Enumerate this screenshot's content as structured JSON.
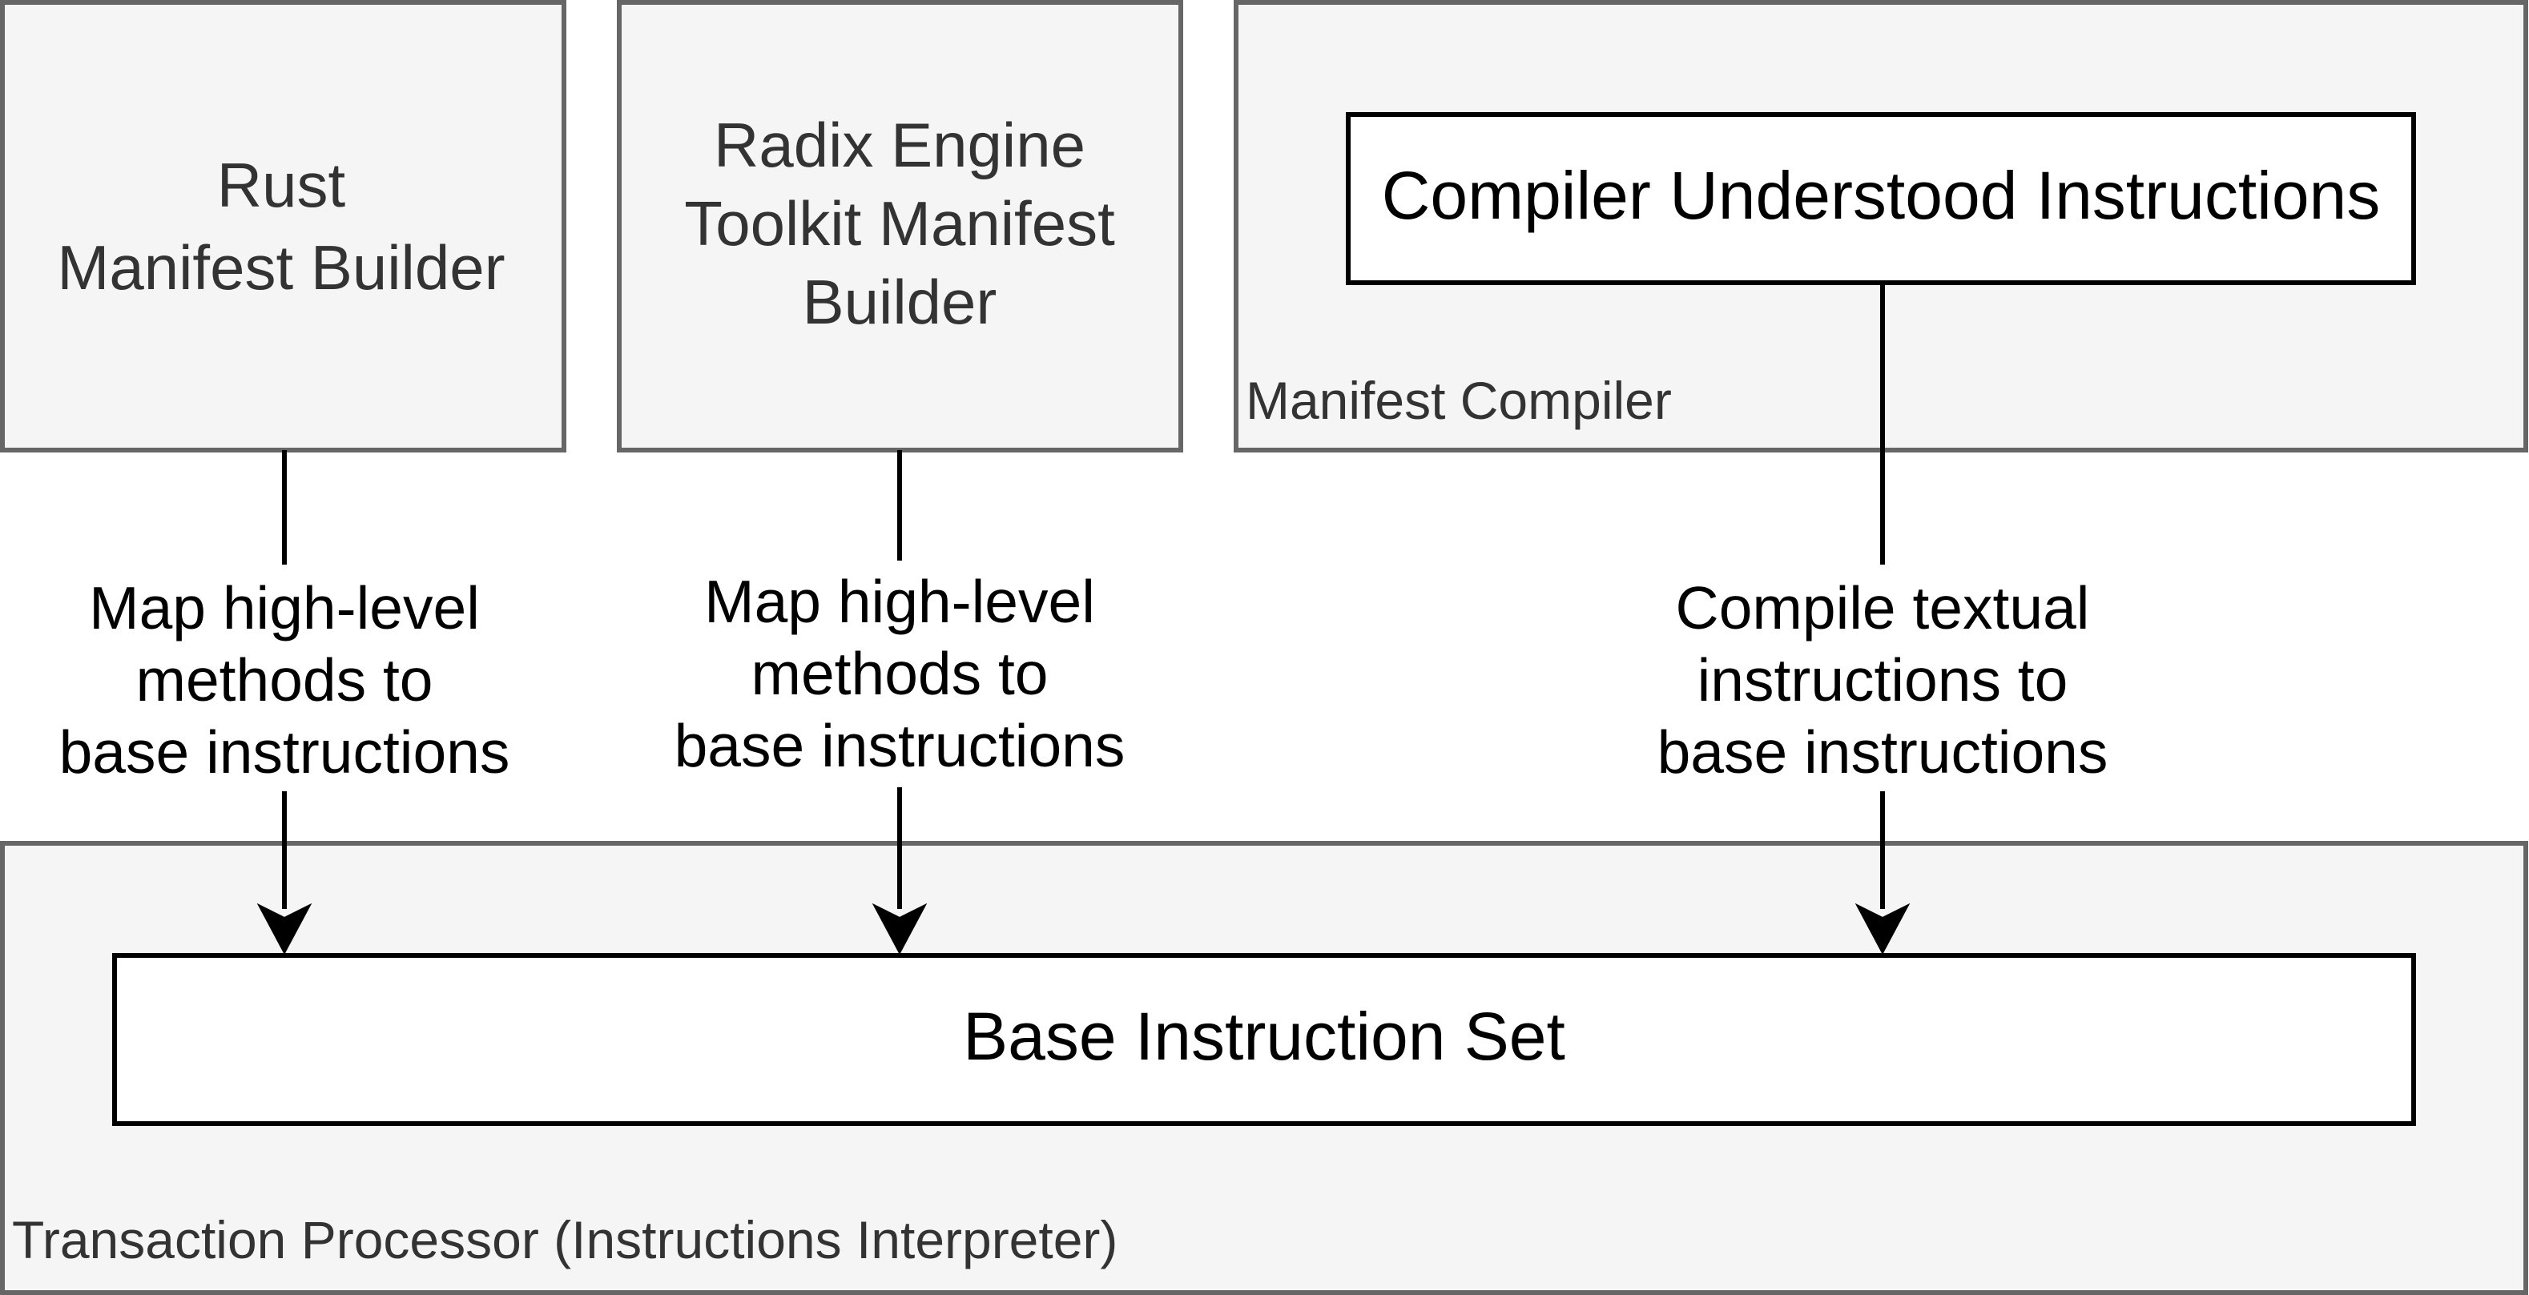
{
  "nodes": {
    "rust_builder": [
      "Rust",
      "Manifest Builder"
    ],
    "ret_builder": [
      "Radix Engine",
      "Toolkit Manifest",
      "Builder"
    ],
    "manifest_compiler": {
      "label": "Manifest Compiler",
      "inner": "Compiler Understood Instructions"
    },
    "transaction_processor": {
      "label": "Transaction Processor (Instructions Interpreter)",
      "inner": "Base Instruction Set"
    }
  },
  "edges": {
    "rust": [
      "Map high-level",
      "methods to",
      "base instructions"
    ],
    "ret": [
      "Map high-level",
      "methods to",
      "base instructions"
    ],
    "compiler": [
      "Compile textual",
      "instructions to",
      "base instructions"
    ]
  },
  "colors": {
    "container_fill": "#f5f5f5",
    "container_stroke": "#666666",
    "box_fill": "#ffffff",
    "line": "#000000"
  }
}
